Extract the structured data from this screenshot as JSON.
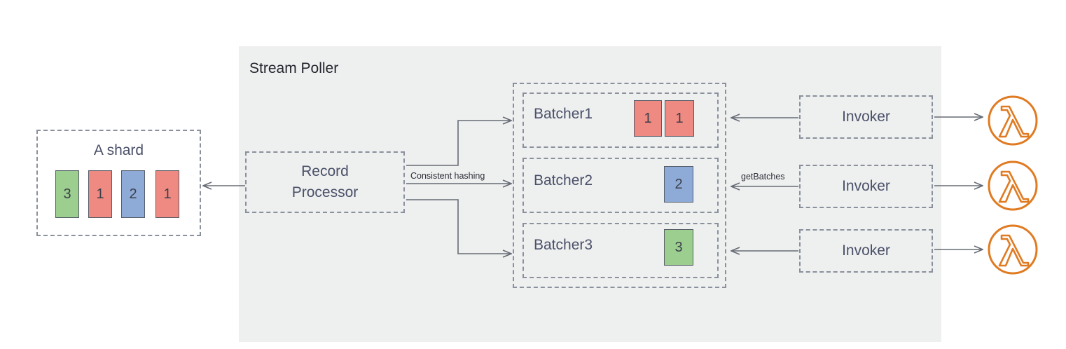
{
  "poller": {
    "title": "Stream Poller"
  },
  "shard": {
    "title": "A shard",
    "records": [
      {
        "label": "3",
        "color": "#9ccf8f"
      },
      {
        "label": "1",
        "color": "#ee8a81"
      },
      {
        "label": "2",
        "color": "#8eabd8"
      },
      {
        "label": "1",
        "color": "#ee8a81"
      }
    ]
  },
  "record_processor": {
    "line1": "Record",
    "line2": "Processor"
  },
  "edges": {
    "consistent_hashing": "Consistent hashing",
    "get_batches": "getBatches"
  },
  "batchers": [
    {
      "label": "Batcher1",
      "records": [
        "1",
        "1"
      ]
    },
    {
      "label": "Batcher2",
      "records": [
        "2"
      ]
    },
    {
      "label": "Batcher3",
      "records": [
        "3"
      ]
    }
  ],
  "invokers": [
    {
      "label": "Invoker"
    },
    {
      "label": "Invoker"
    },
    {
      "label": "Invoker"
    }
  ],
  "icons": {
    "lambda": "lambda-icon",
    "lambda_color": "#e07b22"
  }
}
